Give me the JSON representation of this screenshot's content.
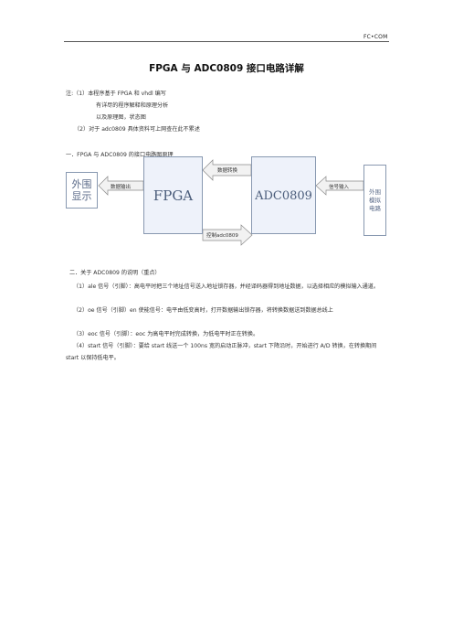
{
  "header": {
    "brand": "FC•COM"
  },
  "doc_title": "FPGA 与 ADC0809 接口电路详解",
  "notes": [
    "注:（1）本程序基于 FPGA 和 vhdl 编写",
    "有详尽的程序解释和原理分析",
    "以及原理图，状态图",
    "（2）对于 adc0809 具体资料可上网查在此不累述"
  ],
  "section1": "一．FPGA 与 ADC0809 的接口电路图原理",
  "diagram": {
    "left_box": [
      "外围",
      "显示"
    ],
    "fpga": "FPGA",
    "adc": "ADC0809",
    "right_box": [
      "外围",
      "模拟",
      "电路"
    ],
    "arrow_output": "数据输出",
    "arrow_convert": "数据转换",
    "arrow_control": "控制adc0809",
    "arrow_signal": "信号输入"
  },
  "section2": "二．关于 ADC0809 的说明（重点）",
  "items": [
    "（1）ale 信号（引脚）：高电平时把三个地址信号送入地址锁存器，并经译码器得到地址数据，以选择相应的模拟输入通道。",
    "（2）oe 信号（引脚）en 使能信号：电平由低变高时，打开数据输出锁存器，将转换数据送到数据总线上",
    "（3）eoc 信号（引脚）：eoc 为高电平时完成转换，为低电平时正在转换。",
    "（4）start 信号（引脚）：要给 start 线送一个 100ns 宽的启动正脉冲，start 下降沿时，开始进行 A/D 转换，在转换期间 start 以保持低电平。"
  ]
}
